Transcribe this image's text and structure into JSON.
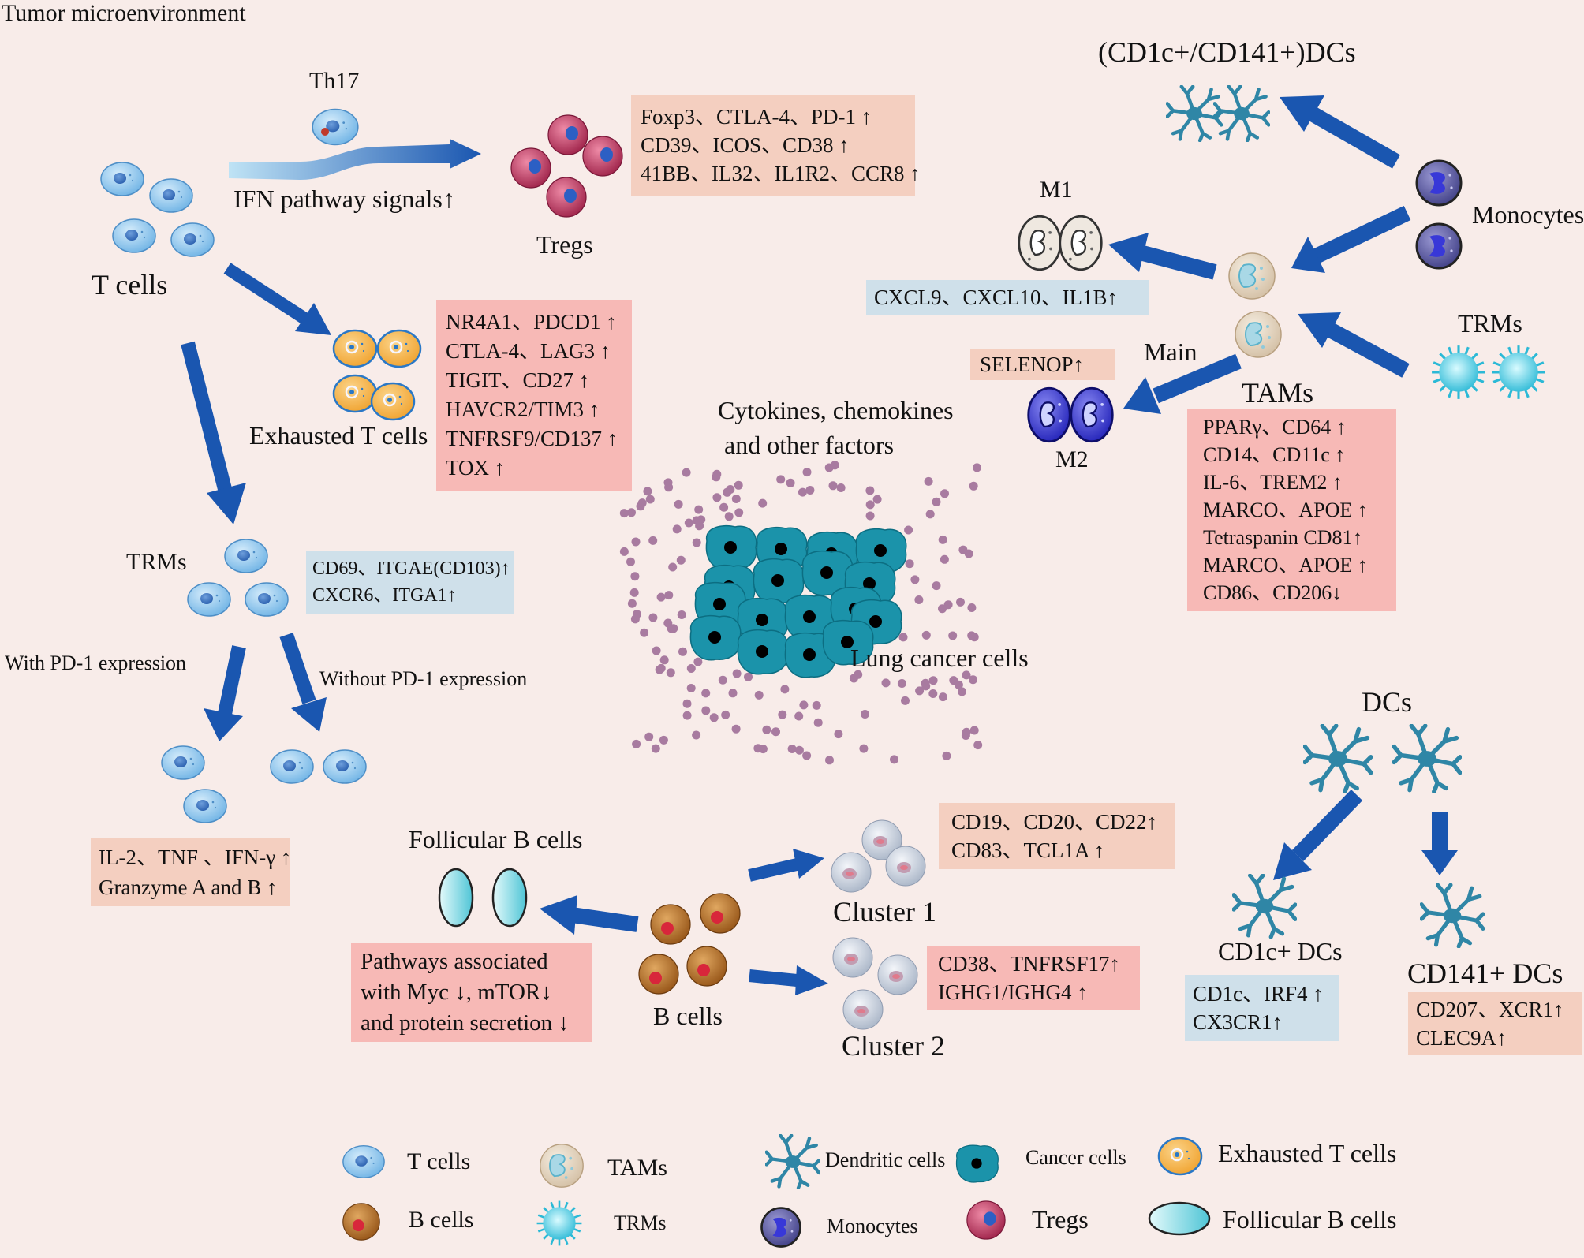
{
  "title": "Tumor microenvironment",
  "labels": {
    "th17": "Th17",
    "ifn": "IFN pathway signals↑",
    "tregs": "Tregs",
    "t_cells": "T cells",
    "exhausted": "Exhausted T cells",
    "trms_left": "TRMs",
    "with_pd1": "With PD-1 expression",
    "without_pd1": "Without PD-1 expression",
    "cytokines_1": "Cytokines, chemokines",
    "cytokines_2": "and other factors",
    "lung_cancer": "Lung cancer cells",
    "cd1c_cd141": "(CD1c+/CD141+)DCs",
    "m1": "M1",
    "monocytes": "Monocytes",
    "main": "Main",
    "trms_right": "TRMs",
    "tams": "TAMs",
    "m2": "M2",
    "dcs": "DCs",
    "follicular": "Follicular B cells",
    "cluster1": "Cluster 1",
    "cluster2": "Cluster 2",
    "b_cells": "B cells",
    "cd1c_dcs": "CD1c+ DCs",
    "cd141_dcs": "CD141+ DCs"
  },
  "boxes": {
    "tregs_markers": [
      "Foxp3、CTLA-4、PD-1 ↑",
      "CD39、ICOS、CD38 ↑",
      "41BB、IL32、IL1R2、CCR8 ↑"
    ],
    "exhausted_markers": [
      "NR4A1、PDCD1 ↑",
      "CTLA-4、LAG3 ↑",
      "TIGIT、CD27 ↑",
      "HAVCR2/TIM3 ↑",
      "TNFRSF9/CD137 ↑",
      "TOX ↑"
    ],
    "trm_markers": [
      "CD69、ITGAE(CD103)↑",
      "CXCR6、ITGA1↑"
    ],
    "pd1_markers": [
      "IL-2、TNF 、IFN-γ ↑",
      "Granzyme A and B ↑"
    ],
    "m1_markers": [
      "CXCL9、CXCL10、IL1B↑"
    ],
    "m2_markers": [
      "SELENOP↑"
    ],
    "tam_markers": [
      "PPARγ、CD64 ↑",
      "CD14、CD11c ↑",
      "IL-6、TREM2 ↑",
      "MARCO、APOE ↑",
      "Tetraspanin CD81↑",
      "MARCO、APOE ↑",
      "CD86、CD206↓"
    ],
    "cluster1_markers": [
      "CD19、CD20、CD22↑",
      "CD83、TCL1A ↑"
    ],
    "cluster2_markers": [
      "CD38、TNFRSF17↑",
      "IGHG1/IGHG4 ↑"
    ],
    "bcell_pathways": [
      "Pathways associated",
      "with Myc ↓, mTOR↓",
      "and protein secretion ↓"
    ],
    "cd1c_markers": [
      "CD1c、IRF4 ↑",
      "CX3CR1↑"
    ],
    "cd141_markers": [
      "CD207、XCR1↑",
      "CLEC9A↑"
    ]
  },
  "legend": [
    {
      "icon": "t-cell-icon",
      "label": "T cells"
    },
    {
      "icon": "tam-icon",
      "label": "TAMs"
    },
    {
      "icon": "dendritic-cell-icon",
      "label": "Dendritic cells"
    },
    {
      "icon": "cancer-cell-icon",
      "label": "Cancer cells"
    },
    {
      "icon": "exhausted-t-cell-icon",
      "label": "Exhausted T cells"
    },
    {
      "icon": "b-cell-icon",
      "label": "B cells"
    },
    {
      "icon": "trm-icon",
      "label": "TRMs"
    },
    {
      "icon": "monocyte-icon",
      "label": "Monocytes"
    },
    {
      "icon": "treg-icon",
      "label": "Tregs"
    },
    {
      "icon": "follicular-b-cell-icon",
      "label": "Follicular B cells"
    }
  ],
  "colors": {
    "background": "#f8ece9",
    "arrow": "#1a56b0",
    "box_peach": "#f4cfc0",
    "box_pink": "#f7b9b6",
    "box_blue": "#cfe0ea"
  }
}
